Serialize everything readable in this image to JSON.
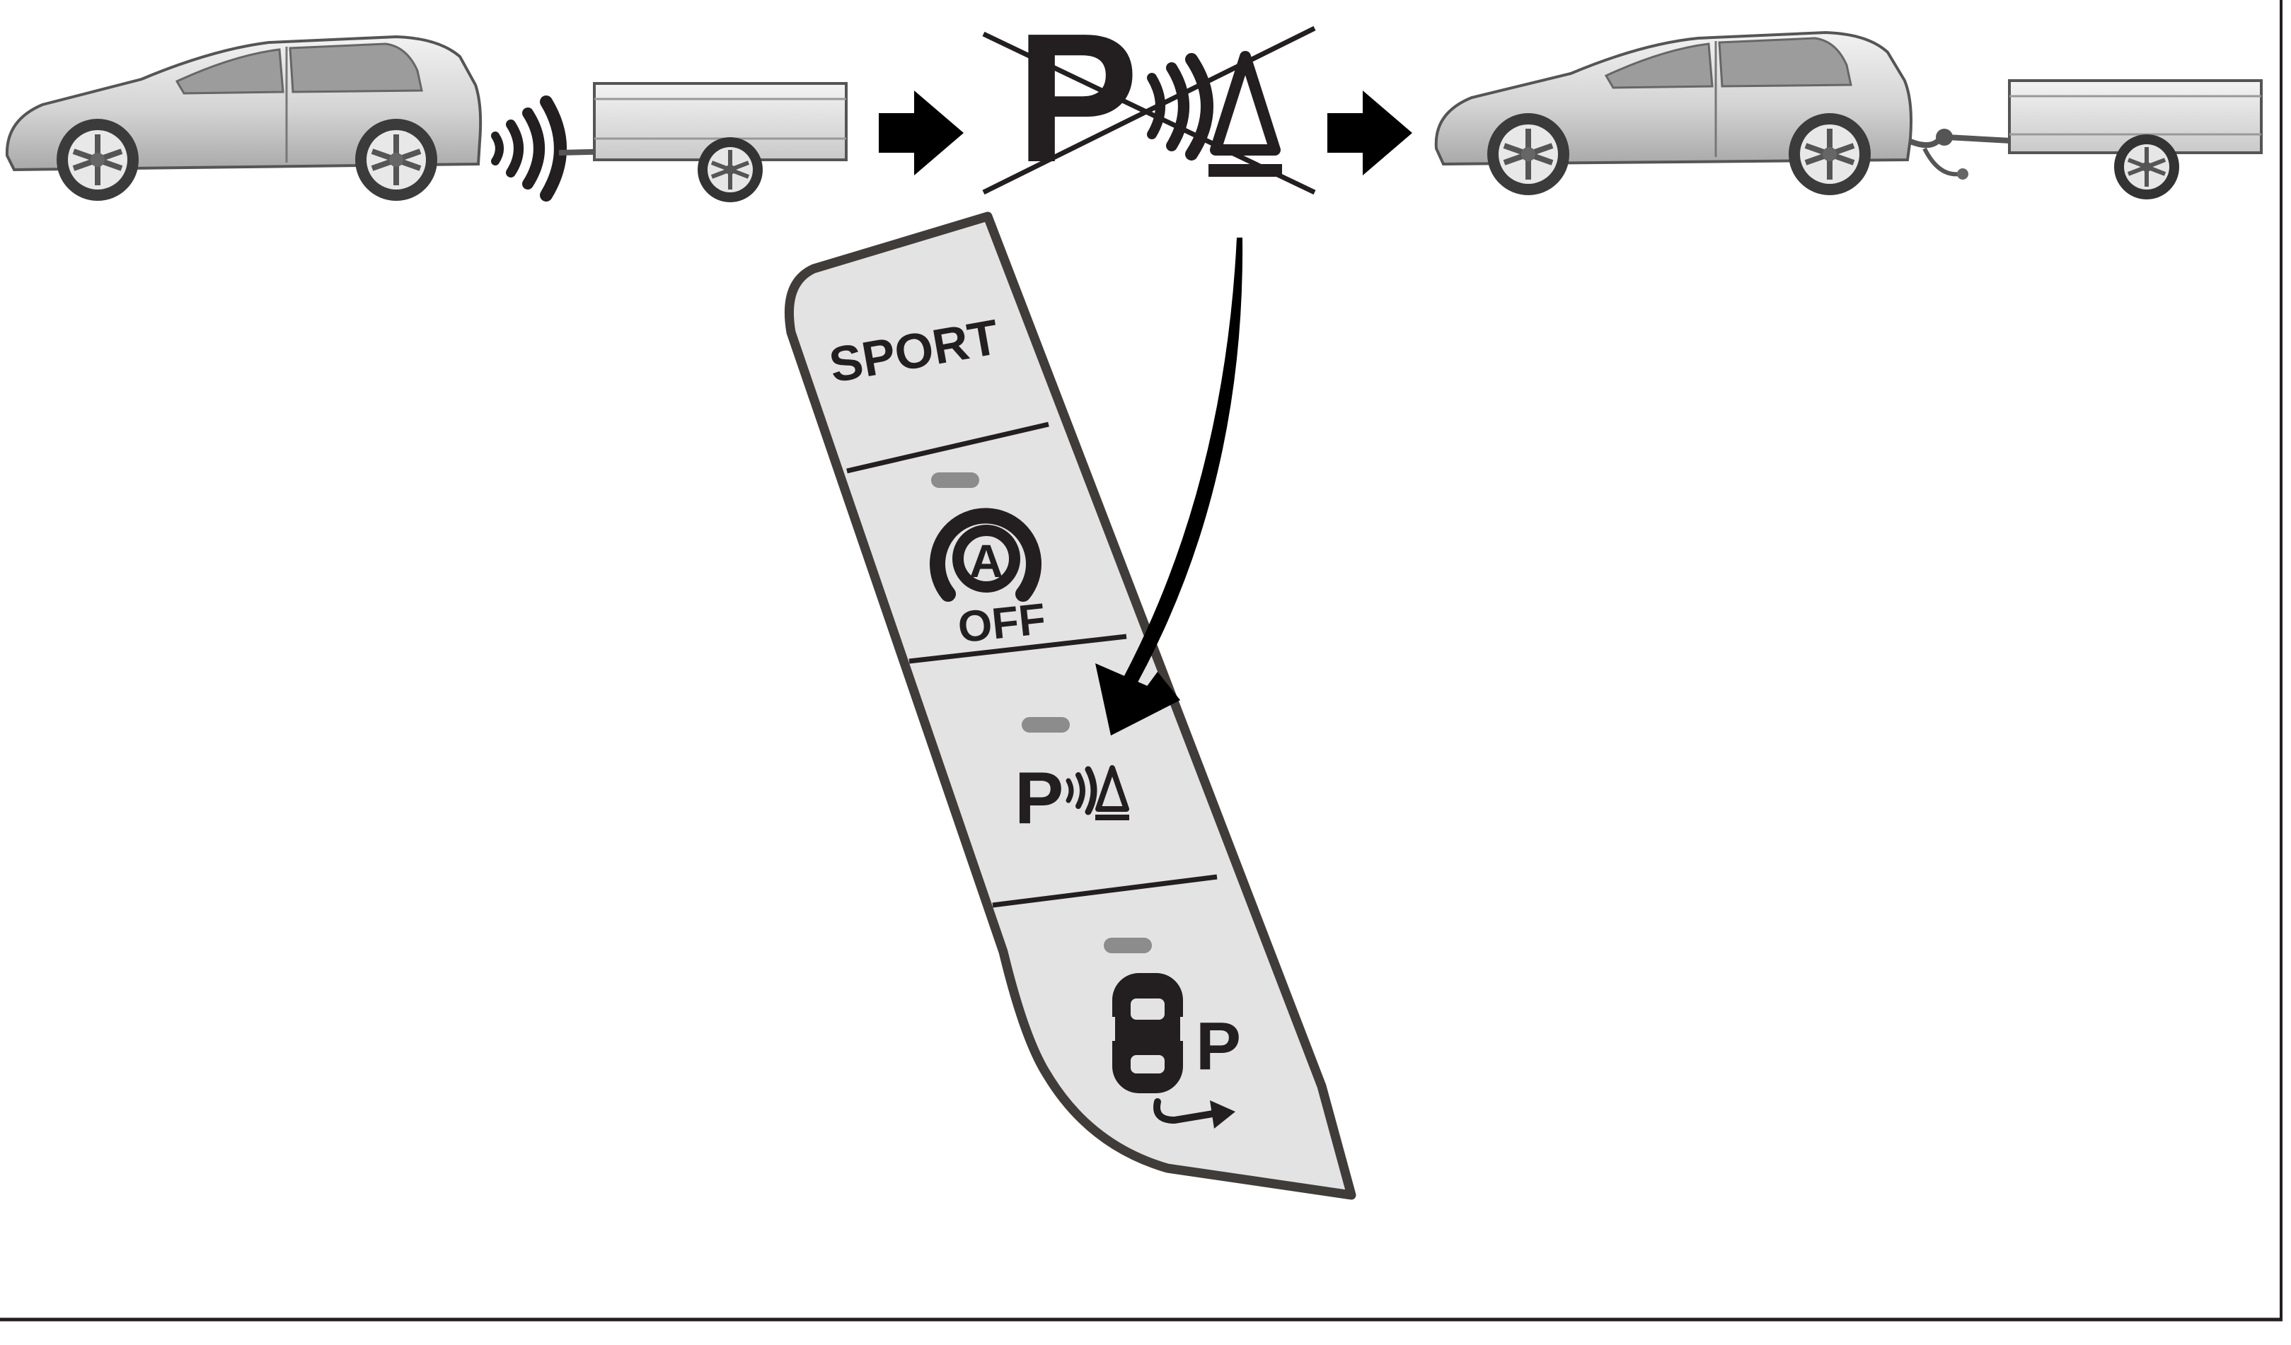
{
  "panel": {
    "buttons": [
      {
        "id": "sport",
        "label": "SPORT"
      },
      {
        "id": "auto-hold-off",
        "label": "OFF",
        "icon": "auto-hold-icon"
      },
      {
        "id": "parking-sensor",
        "icon_letter": "P",
        "icon": "parking-sensor-icon",
        "highlighted": true
      },
      {
        "id": "park-assist",
        "icon_letter": "P",
        "icon": "surround-view-parking-icon"
      }
    ]
  },
  "sequence": {
    "steps": [
      "car-trailer-sensor-beeping",
      "parking-sensor-off",
      "car-trailer-connected"
    ],
    "disabled_symbol": {
      "letter": "P",
      "icon": "parking-sensor-crossed-icon"
    }
  },
  "colors": {
    "ink": "#231f20",
    "panel_fill": "#e3e3e3",
    "car_body": "#d9d9d9"
  }
}
